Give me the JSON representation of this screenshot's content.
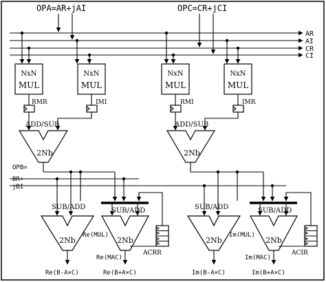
{
  "header": {
    "opa": "OPA=AR+jAI",
    "opc": "OPC=CR+jCI"
  },
  "buses": {
    "ar": "AR",
    "ai": "AI",
    "cr": "CR",
    "ci": "CI"
  },
  "mul": {
    "line1": "NxN",
    "line2": "MUL"
  },
  "regs": {
    "rmr": "RMR",
    "imi": "IMI",
    "rmi": "RMI",
    "imr": "IMR"
  },
  "addsub": "ADD/SUB",
  "subadd": "SUB/ADD",
  "adder": "2Nb",
  "opb": {
    "line1": "OPB=",
    "line2": "BR+",
    "line3": "jBI"
  },
  "acc": {
    "acrr": "ACRR",
    "acir": "ACIR"
  },
  "outputs": {
    "re_mul": "Re(MUL)",
    "re_mac": "Re(MAC)",
    "im_mul": "Im(MUL)",
    "im_mac": "Im(MAC)",
    "re_bac": "Re(B-A×C)",
    "re_bpac": "Re(B+A×C)",
    "im_bac": "Im(B-A×C)",
    "im_bpac": "Im(B+A×C)"
  }
}
